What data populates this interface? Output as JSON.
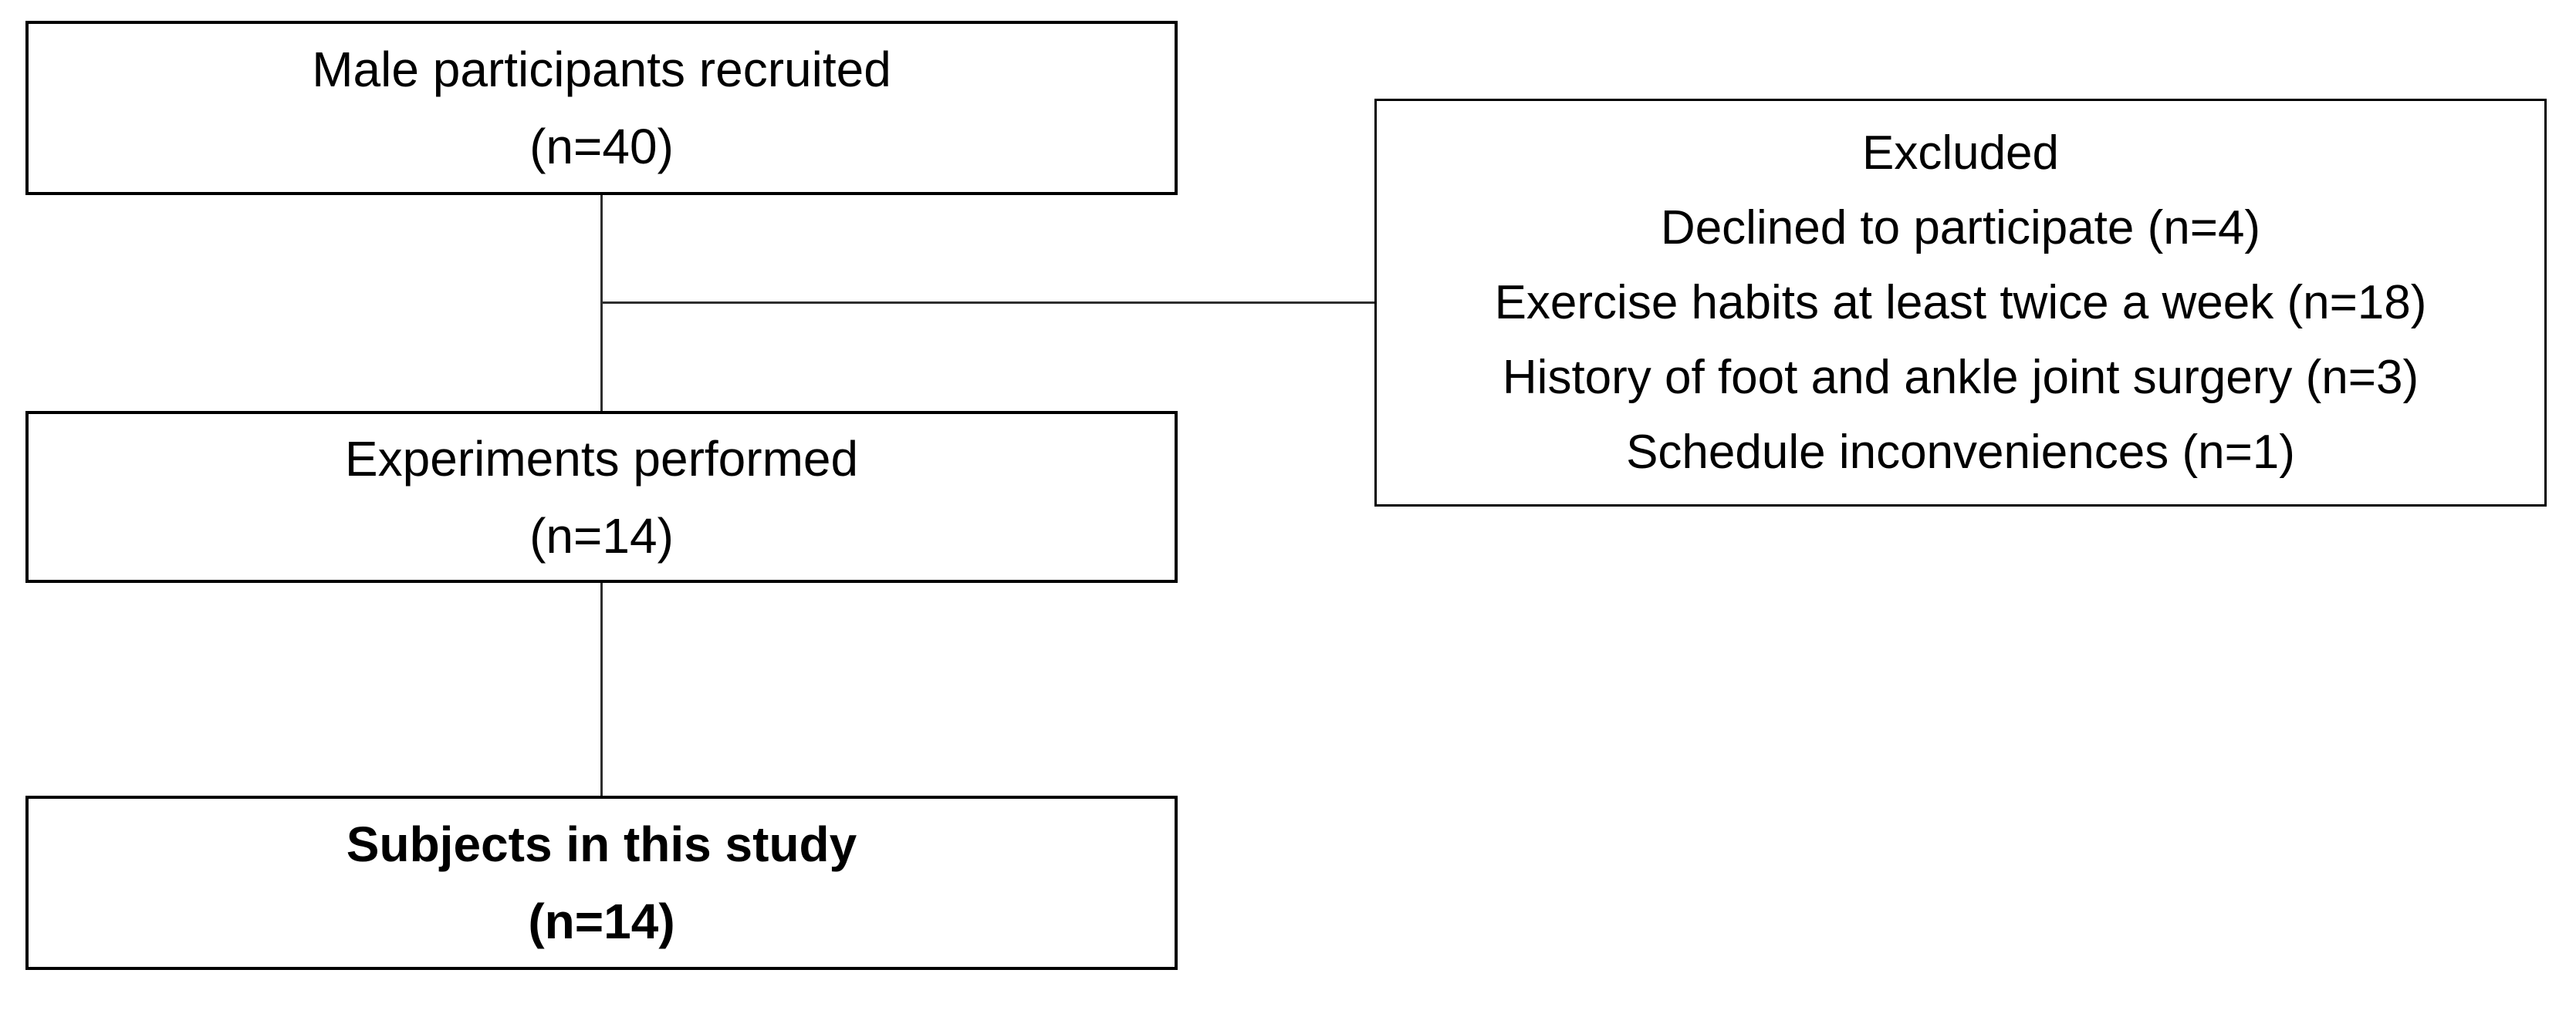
{
  "flowchart": {
    "colors": {
      "border": "#000000",
      "text": "#000000",
      "background": "#ffffff"
    },
    "nodes": {
      "recruited": {
        "label": "Male participants recruited",
        "count": "(n=40)"
      },
      "experiments": {
        "label": "Experiments performed",
        "count": "(n=14)"
      },
      "subjects": {
        "label": "Subjects in this study",
        "count": "(n=14)"
      },
      "excluded": {
        "label": "Excluded",
        "reasons": [
          "Declined to participate (n=4)",
          "Exercise habits at least twice a week (n=18)",
          "History of foot and ankle joint surgery (n=3)",
          "Schedule inconveniences (n=1)"
        ]
      }
    }
  }
}
